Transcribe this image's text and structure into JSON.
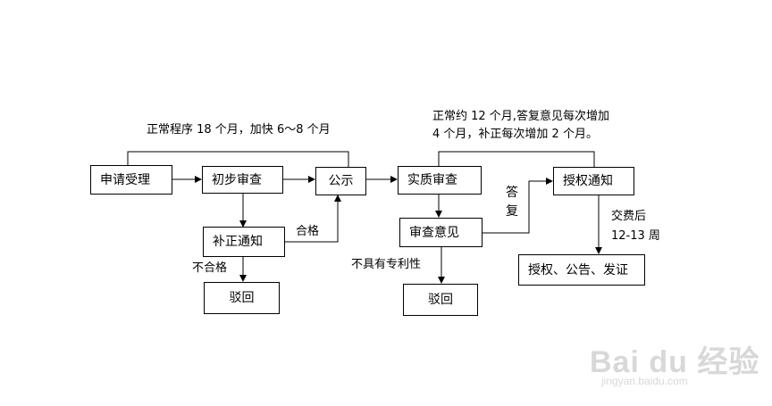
{
  "nodes": {
    "application": "申请受理",
    "preliminary_exam": "初步审查",
    "publication": "公示",
    "correction_notice": "补正通知",
    "rejection_1": "驳回",
    "substantive_exam": "实质审查",
    "exam_opinion": "审查意见",
    "rejection_2": "驳回",
    "grant_notice": "授权通知",
    "grant_announce_certify": "授权、公告、发证"
  },
  "labels": {
    "normal_procedure": "正常程序 18 个月，加快 6～8 个月",
    "substantive_time_line1": "正常约 12 个月,答复意见每次增加",
    "substantive_time_line2": "4 个月，补正每次增加 2 个月。",
    "qualified": "合格",
    "unqualified": "不合格",
    "no_patentability": "不具有专利性",
    "reply_char1": "答",
    "reply_char2": "复",
    "fee_paid": "交费后",
    "fee_weeks": "12-13 周"
  },
  "watermark": {
    "logo": "Bai du 经验",
    "url": "jingyan.baidu.com"
  },
  "colors": {
    "line": "#000000",
    "watermark": "#d8d8d8"
  }
}
